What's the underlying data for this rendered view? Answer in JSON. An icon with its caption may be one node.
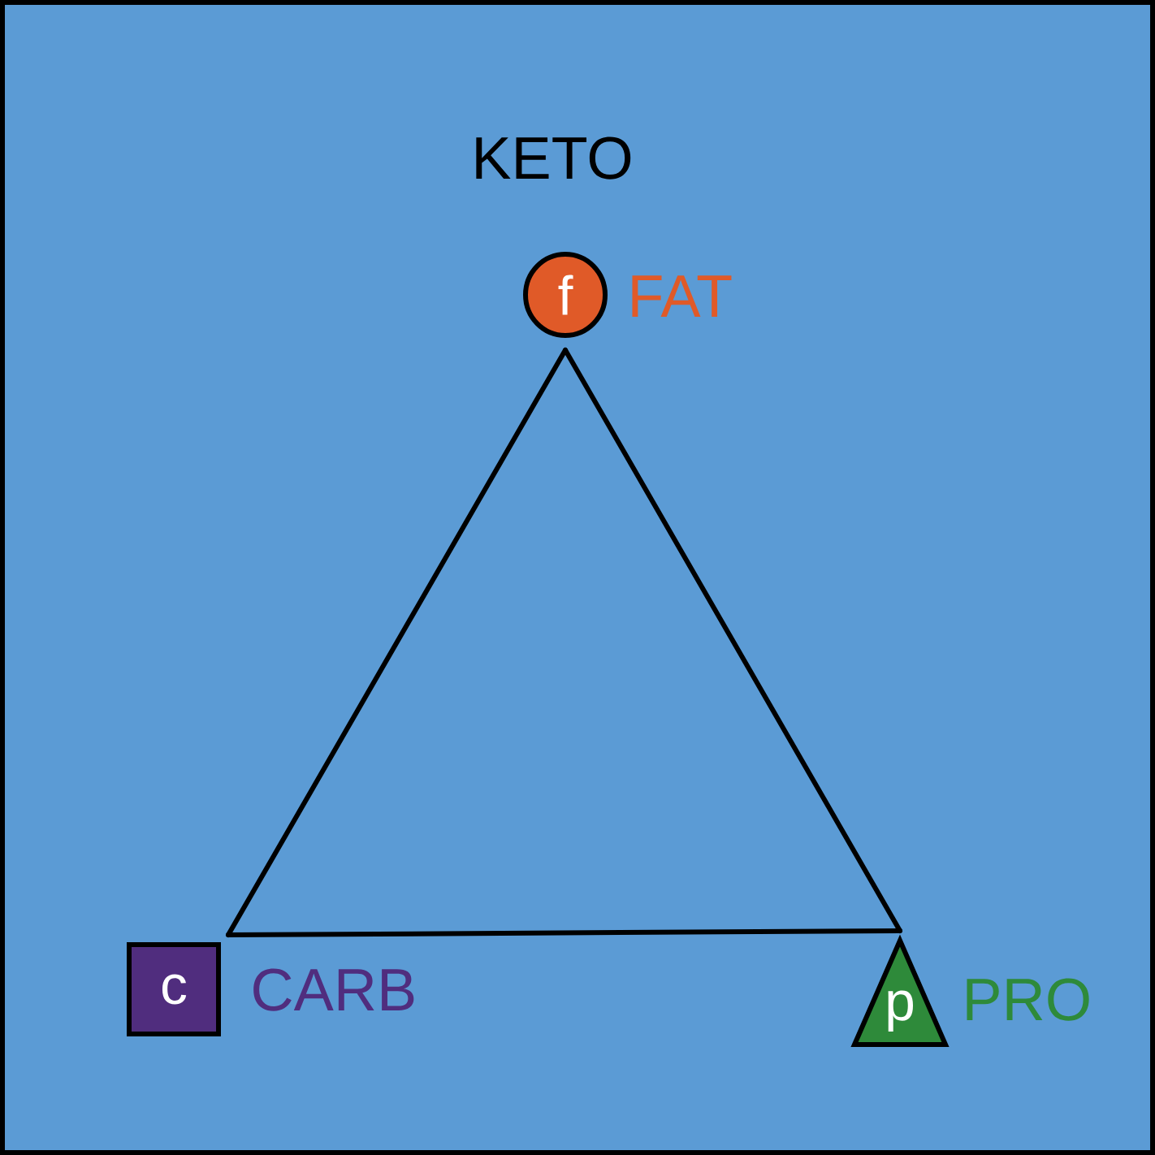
{
  "diagram": {
    "title": "KETO",
    "nodes": [
      {
        "text": [
          "f"
        ],
        "beside": [
          "FAT"
        ]
      },
      {
        "text": [
          "c"
        ],
        "beside": [
          "CARB"
        ]
      },
      {
        "text": [
          "p"
        ],
        "beside": [
          "PRO"
        ]
      }
    ],
    "edges": [
      {
        "from": 0,
        "to": 1,
        "arrow": "none"
      },
      {
        "from": 0,
        "to": 2,
        "arrow": "none"
      },
      {
        "from": 1,
        "to": 2,
        "arrow": "none"
      }
    ]
  }
}
